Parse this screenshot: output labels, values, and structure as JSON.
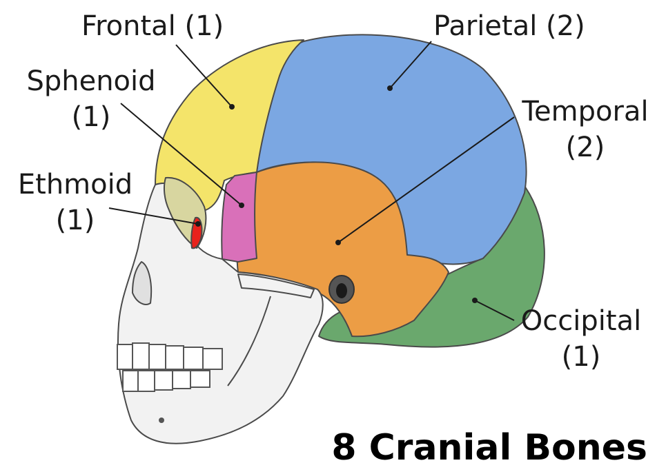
{
  "title": "8 Cranial Bones",
  "labels": {
    "frontal": "Frontal (1)",
    "parietal": "Parietal (2)",
    "sphenoid": {
      "line1": "Sphenoid",
      "line2": "(1)"
    },
    "temporal": {
      "line1": "Temporal",
      "line2": "(2)"
    },
    "ethmoid": {
      "line1": "Ethmoid",
      "line2": "(1)"
    },
    "occipital": {
      "line1": "Occipital",
      "line2": "(1)"
    }
  },
  "colors": {
    "frontal": "#f4e46a",
    "parietal": "#7ba7e2",
    "temporal": "#ec9d45",
    "occipital": "#6aa86d",
    "sphenoid": "#d970b9",
    "ethmoid": "#e8221c",
    "face": "#f2f2f2"
  }
}
